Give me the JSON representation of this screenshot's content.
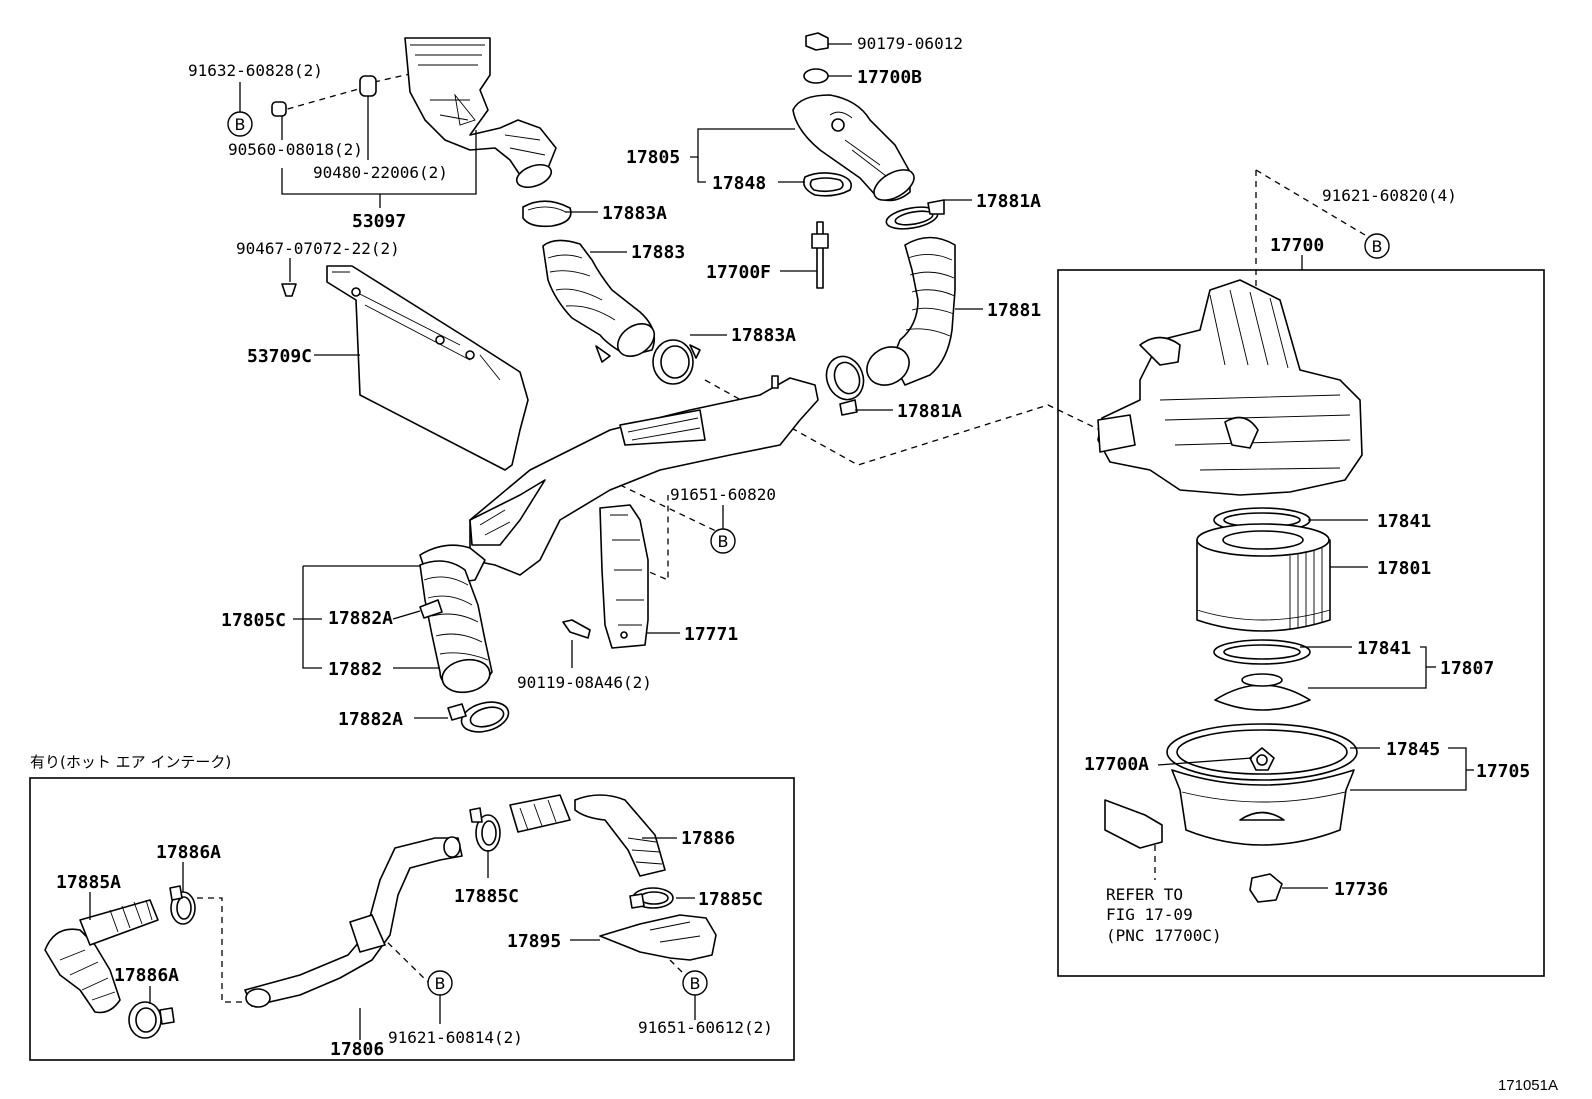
{
  "labels": {
    "p91632": "91632-60828(2)",
    "p90560": "90560-08018(2)",
    "p90480": "90480-22006(2)",
    "p53097": "53097",
    "p90467": "90467-07072-22(2)",
    "p53709C": "53709C",
    "p17883A_1": "17883A",
    "p17883": "17883",
    "p17883A_2": "17883A",
    "p90179": "90179-06012",
    "p17700B": "17700B",
    "p17805": "17805",
    "p17848": "17848",
    "p17881A_1": "17881A",
    "p17700F": "17700F",
    "p17881": "17881",
    "p17881A_2": "17881A",
    "p91621_4": "91621-60820(4)",
    "p17700": "17700",
    "p91651_60820": "91651-60820",
    "p17805C": "17805C",
    "p17882A_1": "17882A",
    "p17882": "17882",
    "p17882A_2": "17882A",
    "p17771": "17771",
    "p90119": "90119-08A46(2)",
    "p17841_1": "17841",
    "p17801": "17801",
    "p17841_2": "17841",
    "p17807": "17807",
    "p17845": "17845",
    "p17700A": "17700A",
    "p17705": "17705",
    "p17736": "17736",
    "refer1": "REFER TO",
    "refer2": "FIG 17-09",
    "refer3": "(PNC 17700C)",
    "hot_air": "有り(ホット エア インテーク)",
    "p17886A_1": "17886A",
    "p17885A": "17885A",
    "p17886A_2": "17886A",
    "p17885C_1": "17885C",
    "p17886": "17886",
    "p17885C_2": "17885C",
    "p17895": "17895",
    "p17806": "17806",
    "p91621_60814": "91621-60814(2)",
    "p91651_60612": "91651-60612(2)",
    "fig_code": "171051A",
    "bubble": "B"
  }
}
